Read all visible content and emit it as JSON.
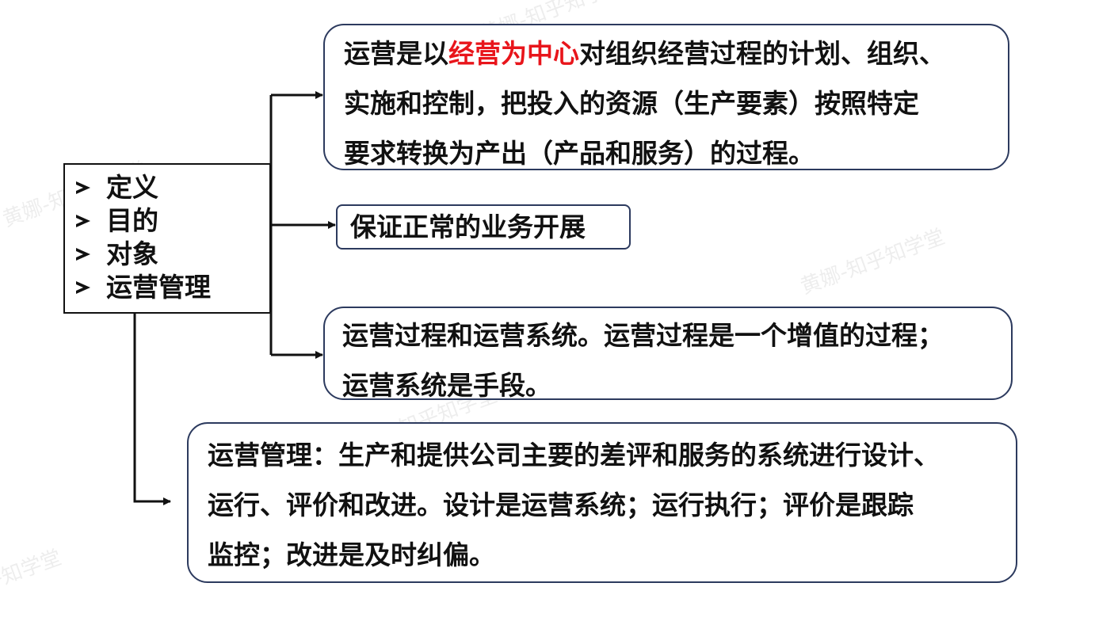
{
  "watermark": "黄娜-知乎知学堂",
  "main_list": {
    "items": [
      "定义",
      "目的",
      "对象",
      "运营管理"
    ]
  },
  "definition": {
    "line1_prefix": "运营是以",
    "line1_highlight": "经营为中心",
    "line1_suffix": "对组织经营过程的计划、组织、",
    "line2": "实施和控制，把投入的资源（生产要素）按照特定",
    "line3": "要求转换为产出（产品和服务）的过程。",
    "highlight_color": "#e8151b"
  },
  "purpose": {
    "text": "保证正常的业务开展"
  },
  "object": {
    "line1": "运营过程和运营系统。运营过程是一个增值的过程；",
    "line2": "运营系统是手段。"
  },
  "operations_management": {
    "line1": "运营管理：生产和提供公司主要的差评和服务的系统进行设计、",
    "line2": "运行、评价和改进。设计是运营系统；运行执行；评价是跟踪",
    "line3": "监控；改进是及时纠偏。"
  },
  "colors": {
    "box_border": "#2c3a5e",
    "connector": "#111111"
  }
}
